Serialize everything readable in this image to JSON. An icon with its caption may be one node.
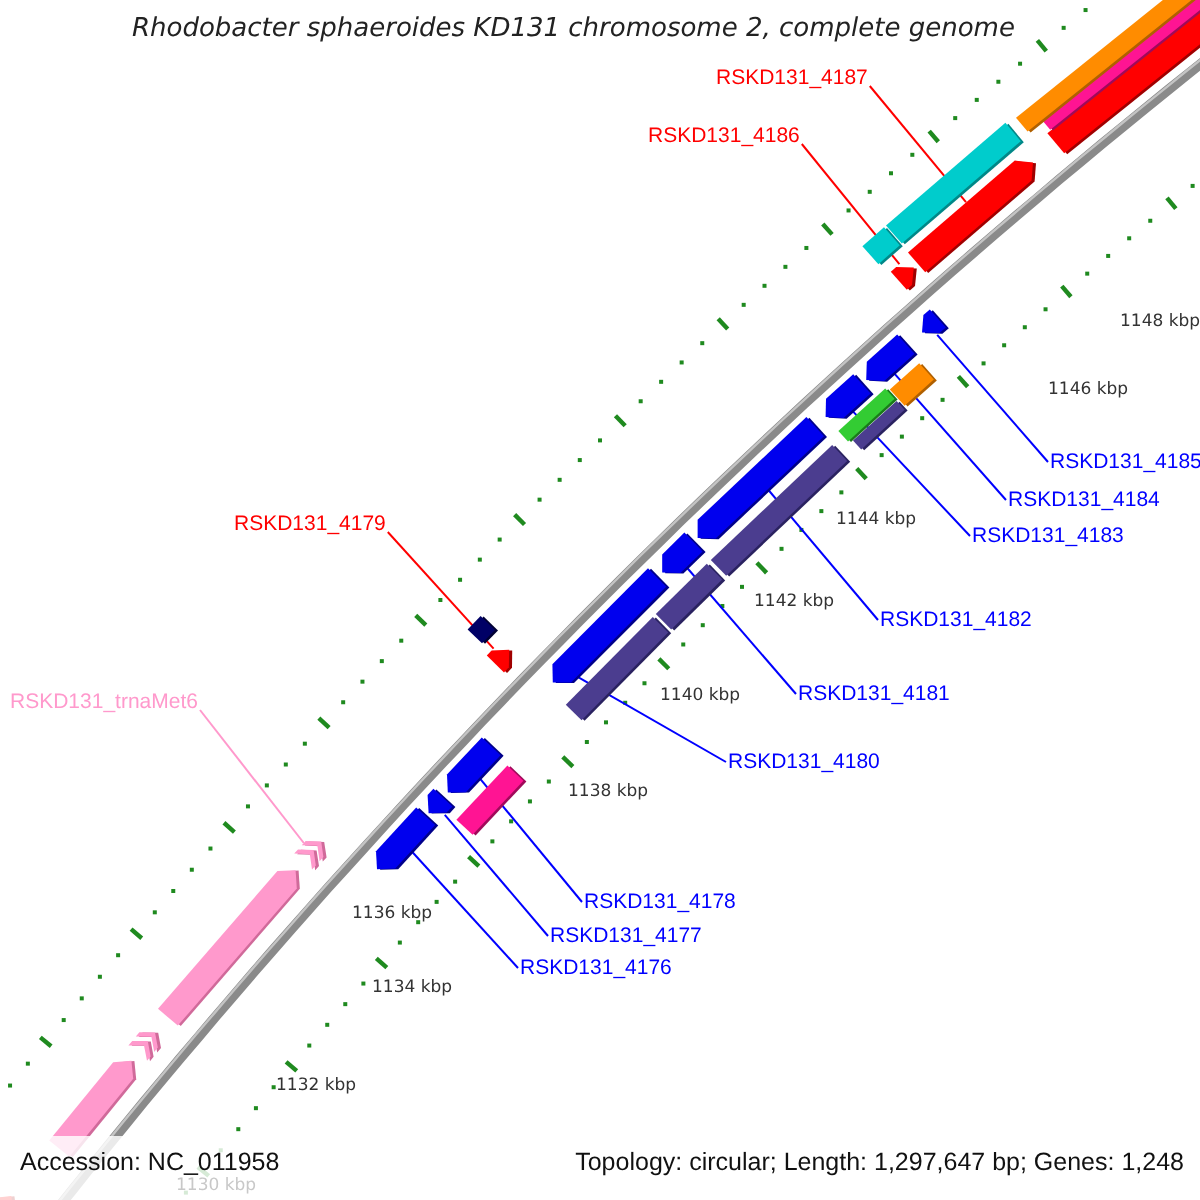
{
  "diagram": {
    "title": "Rhodobacter sphaeroides KD131 chromosome 2, complete genome",
    "nodes": [
      {
        "text": [
          "RSKD131_4187"
        ]
      },
      {
        "text": [],
        "shape": "bar"
      },
      {
        "text": [
          "RSKD131_4186"
        ]
      },
      {
        "text": [],
        "shape": "bar"
      },
      {
        "text": [
          "RSKD131_4185"
        ]
      },
      {
        "text": [],
        "shape": "bar"
      },
      {
        "text": [
          "RSKD131_4184"
        ]
      },
      {
        "text": [],
        "shape": "bar"
      },
      {
        "text": [
          "RSKD131_4183"
        ]
      },
      {
        "text": [],
        "shape": "bar"
      },
      {
        "text": [
          "RSKD131_4179"
        ]
      },
      {
        "text": [],
        "shape": "bar"
      },
      {
        "text": [
          "RSKD131_4182"
        ]
      },
      {
        "text": [],
        "shape": "bar"
      },
      {
        "text": [
          "RSKD131_4181"
        ]
      },
      {
        "text": [],
        "shape": "bar"
      },
      {
        "text": [
          "RSKD131_trnaMet6"
        ]
      },
      {
        "text": [],
        "shape": "bar"
      },
      {
        "text": [
          "RSKD131_4180"
        ]
      },
      {
        "text": [],
        "shape": "bar"
      },
      {
        "text": [
          "RSKD131_4178"
        ]
      },
      {
        "text": [],
        "shape": "bar"
      },
      {
        "text": [
          "RSKD131_4177"
        ]
      },
      {
        "text": [],
        "shape": "bar"
      },
      {
        "text": [
          "RSKD131_4176"
        ]
      },
      {
        "text": [],
        "shape": "bar"
      }
    ],
    "edges": [
      {
        "from": 0,
        "to": 1,
        "arrow": "none",
        "color": "#ff0000"
      },
      {
        "from": 2,
        "to": 3,
        "arrow": "none",
        "color": "#ff0000"
      },
      {
        "from": 4,
        "to": 5,
        "arrow": "none"
      },
      {
        "from": 6,
        "to": 7,
        "arrow": "none"
      },
      {
        "from": 8,
        "to": 9,
        "arrow": "none"
      },
      {
        "from": 10,
        "to": 11,
        "arrow": "none",
        "color": "#ff0000"
      },
      {
        "from": 12,
        "to": 13,
        "arrow": "none"
      },
      {
        "from": 14,
        "to": 15,
        "arrow": "none"
      },
      {
        "from": 16,
        "to": 17,
        "arrow": "none",
        "color": "#ff99cc"
      },
      {
        "from": 18,
        "to": 19,
        "arrow": "none"
      },
      {
        "from": 20,
        "to": 21,
        "arrow": "none"
      },
      {
        "from": 22,
        "to": 23,
        "arrow": "none"
      },
      {
        "from": 24,
        "to": 25,
        "arrow": "none"
      }
    ],
    "labels": [
      "1148 kbp",
      "1146 kbp",
      "1144 kbp",
      "1142 kbp",
      "1140 kbp",
      "1138 kbp",
      "1136 kbp",
      "1134 kbp",
      "1132 kbp",
      "Accession: NC_011958",
      "1130 kbp",
      "Topology: circular; Length: 1,297,647 bp; Genes: 1,248"
    ]
  }
}
